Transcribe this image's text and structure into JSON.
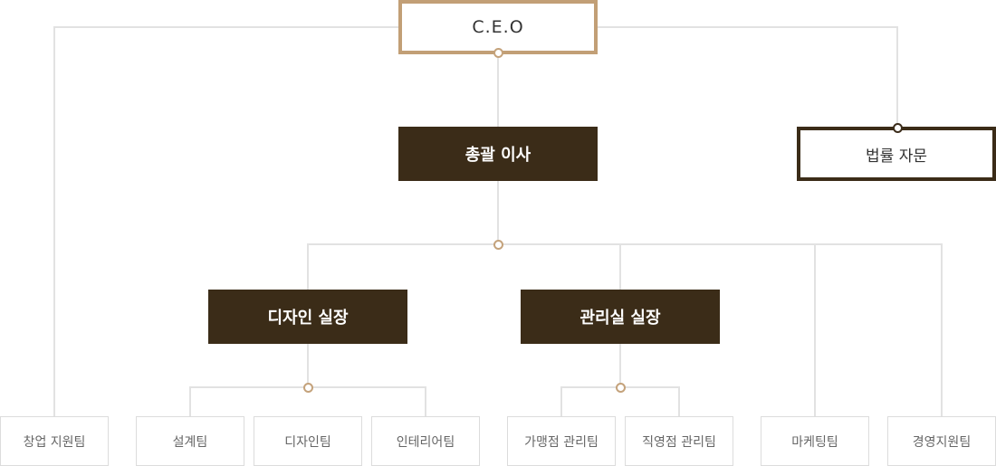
{
  "ceo": "C.E.O",
  "gm": "총괄 이사",
  "legal": "법률 자문",
  "design_head": "디자인 실장",
  "mgmt_head": "관리실 실장",
  "teams": {
    "startup": "창업 지원팀",
    "design_plan": "설계팀",
    "design": "디자인팀",
    "interior": "인테리어팀",
    "franchise": "가맹점 관리팀",
    "direct": "직영점 관리팀",
    "marketing": "마케팅팀",
    "support": "경영지원팀"
  },
  "colors": {
    "dark_brown": "#3b2c18",
    "gold": "#c29f76",
    "connector": "#e2e2e2"
  }
}
